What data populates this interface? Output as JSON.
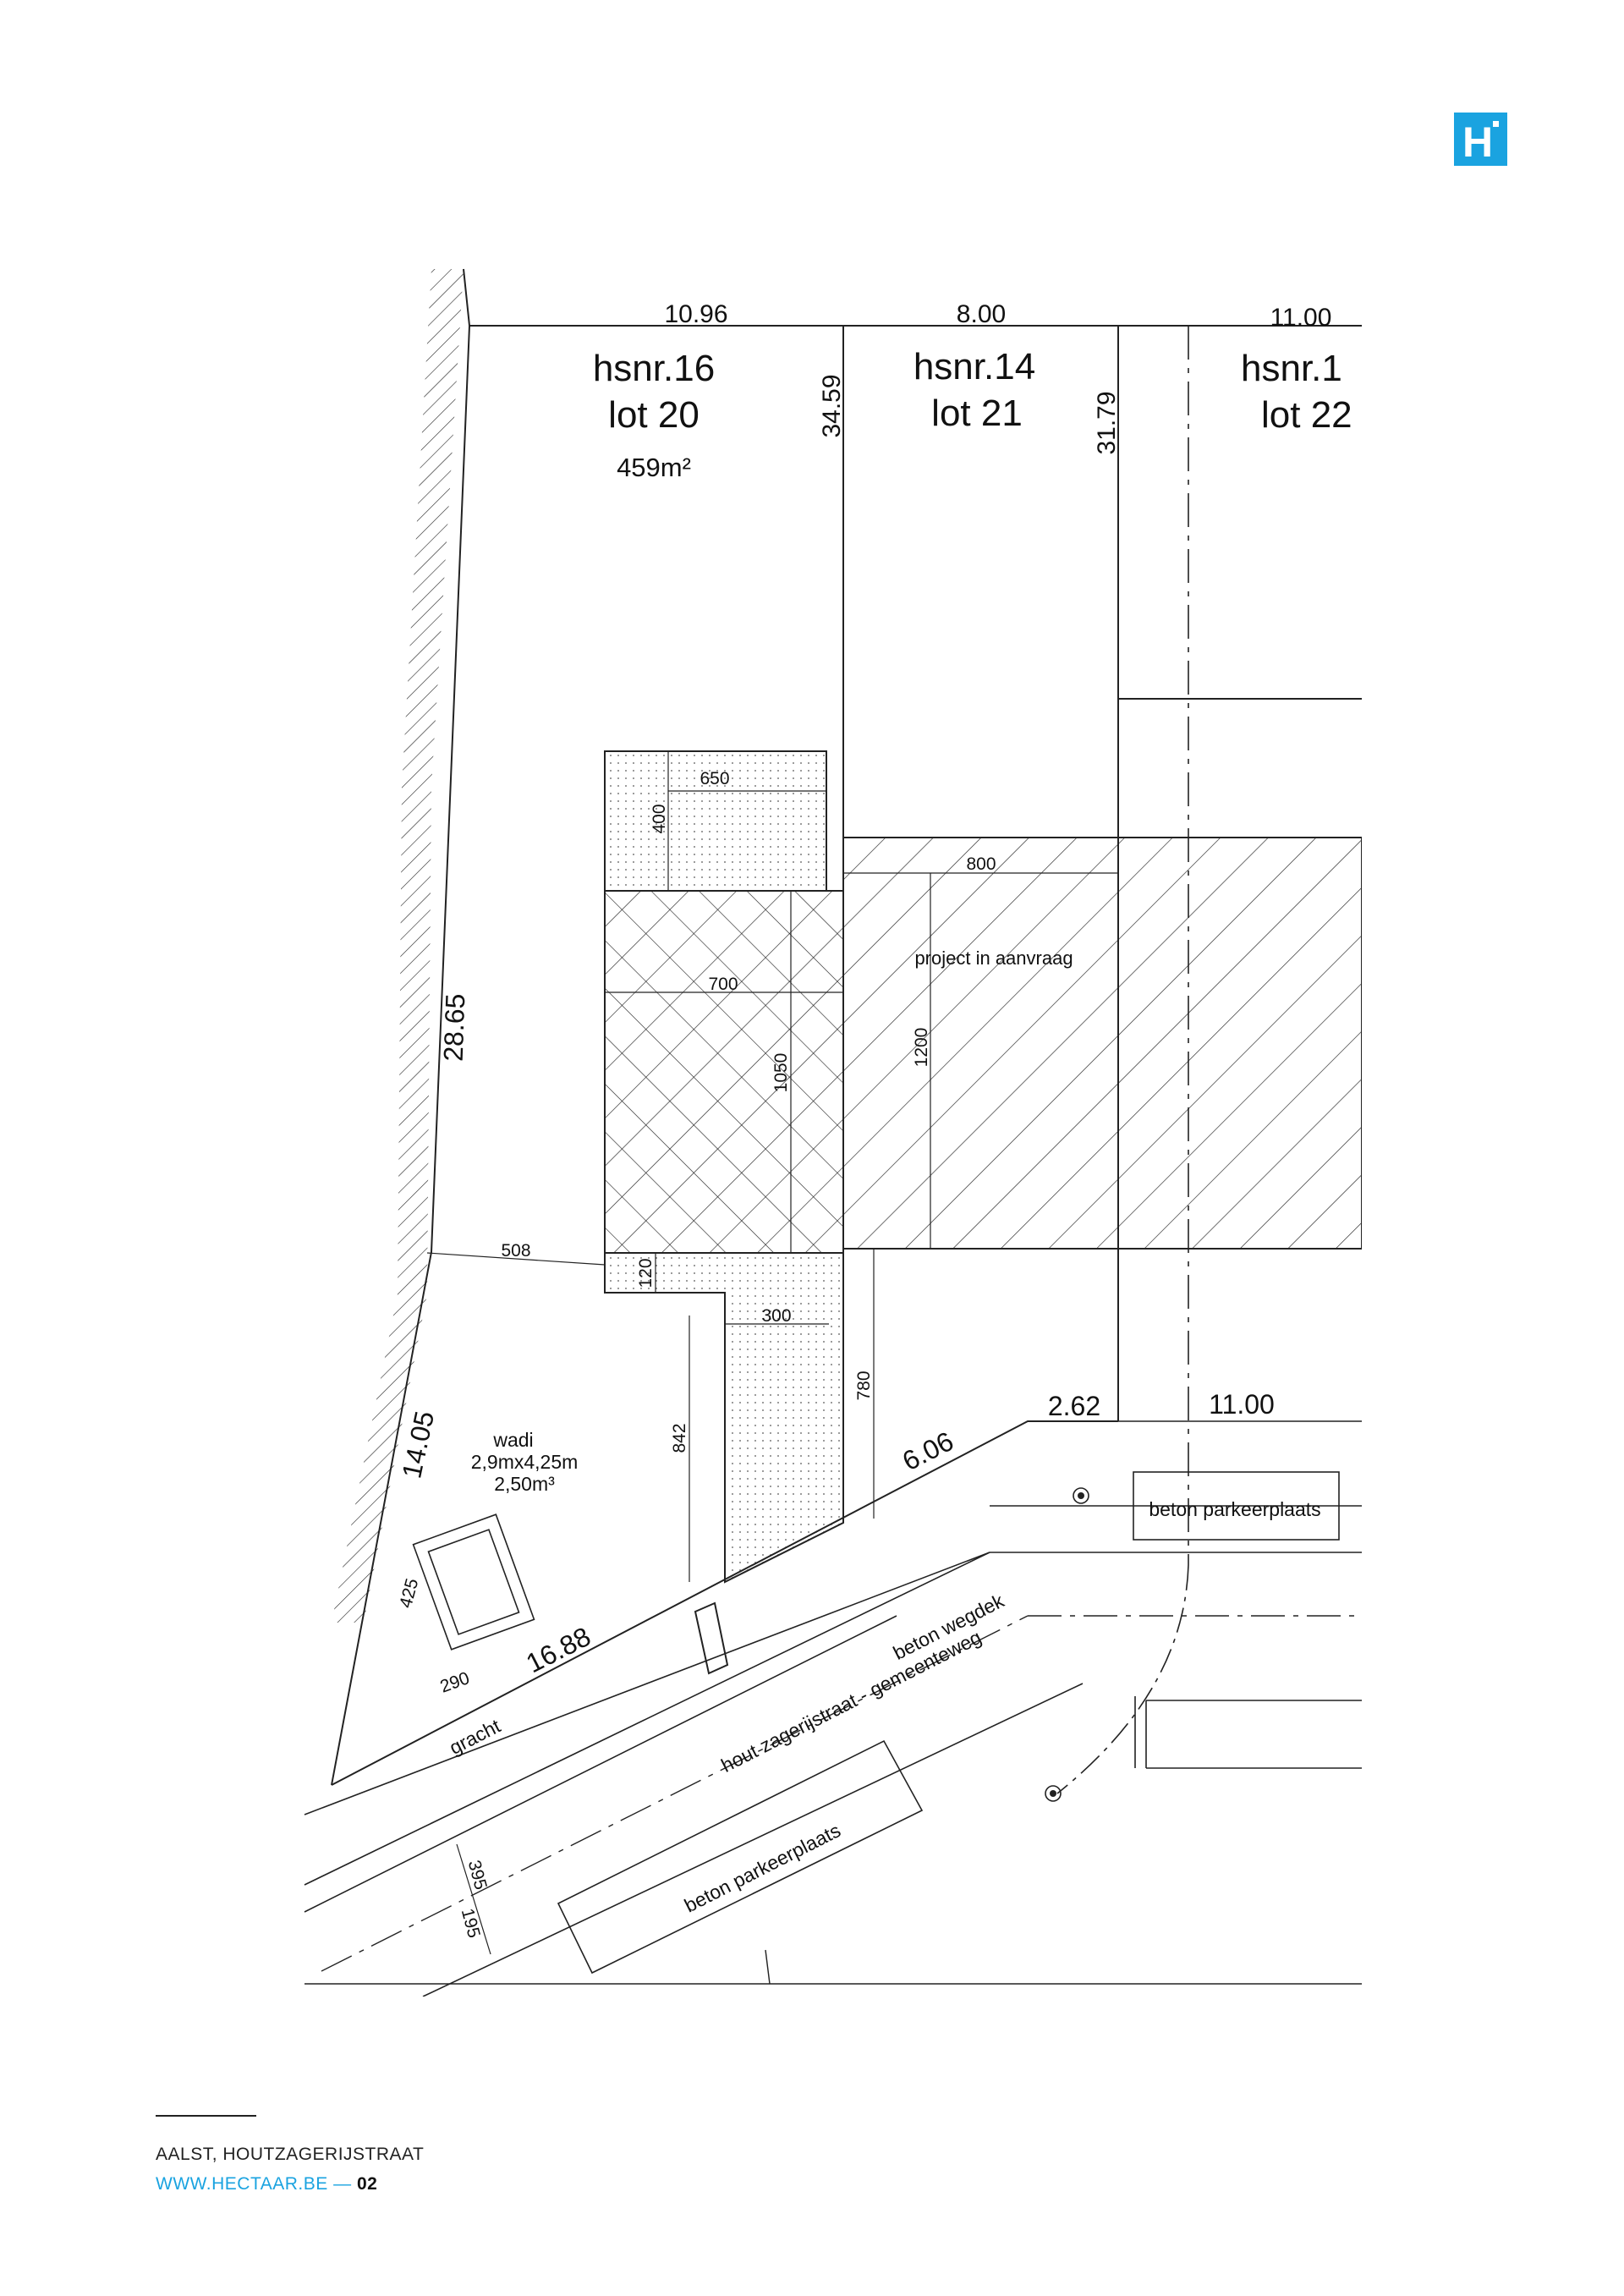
{
  "brand": {
    "logo_letter": "H",
    "color": "#1aa3e0"
  },
  "plan": {
    "top_dims": [
      "10.96",
      "8.00",
      "11.00"
    ],
    "side_dims": {
      "lot20": "34.59",
      "lot21": "31.79"
    },
    "lots": [
      {
        "hsnr": "hsnr.16",
        "lot": "lot 20",
        "area": "459m²"
      },
      {
        "hsnr": "hsnr.14",
        "lot": "lot 21"
      },
      {
        "hsnr": "hsnr.1",
        "lot": "lot 22"
      }
    ],
    "building_dims": [
      "650",
      "400",
      "700",
      "1050",
      "800",
      "1200",
      "508",
      "120",
      "300",
      "842",
      "780"
    ],
    "project_label": "project in aanvraag",
    "boundary_dims": [
      "28.65",
      "14.05",
      "16.88",
      "6.06",
      "2.62",
      "11.00"
    ],
    "wadi": {
      "title": "wadi",
      "size": "2,9mx4,25m",
      "volume": "2,50m³",
      "dim_h": "425",
      "dim_w": "290"
    },
    "road_labels": {
      "gracht": "gracht",
      "wegdek": "beton wegdek",
      "street": "hout zagerijstraat - gemeenteweg",
      "parking1": "beton parkeerplaats",
      "parking2": "beton parkeerplaats"
    },
    "road_dims": [
      "395",
      "195"
    ]
  },
  "footer": {
    "place": "AALST, HOUTZAGERIJSTRAAT",
    "url": "WWW.HECTAAR.BE",
    "separator": "—",
    "page": "02"
  }
}
